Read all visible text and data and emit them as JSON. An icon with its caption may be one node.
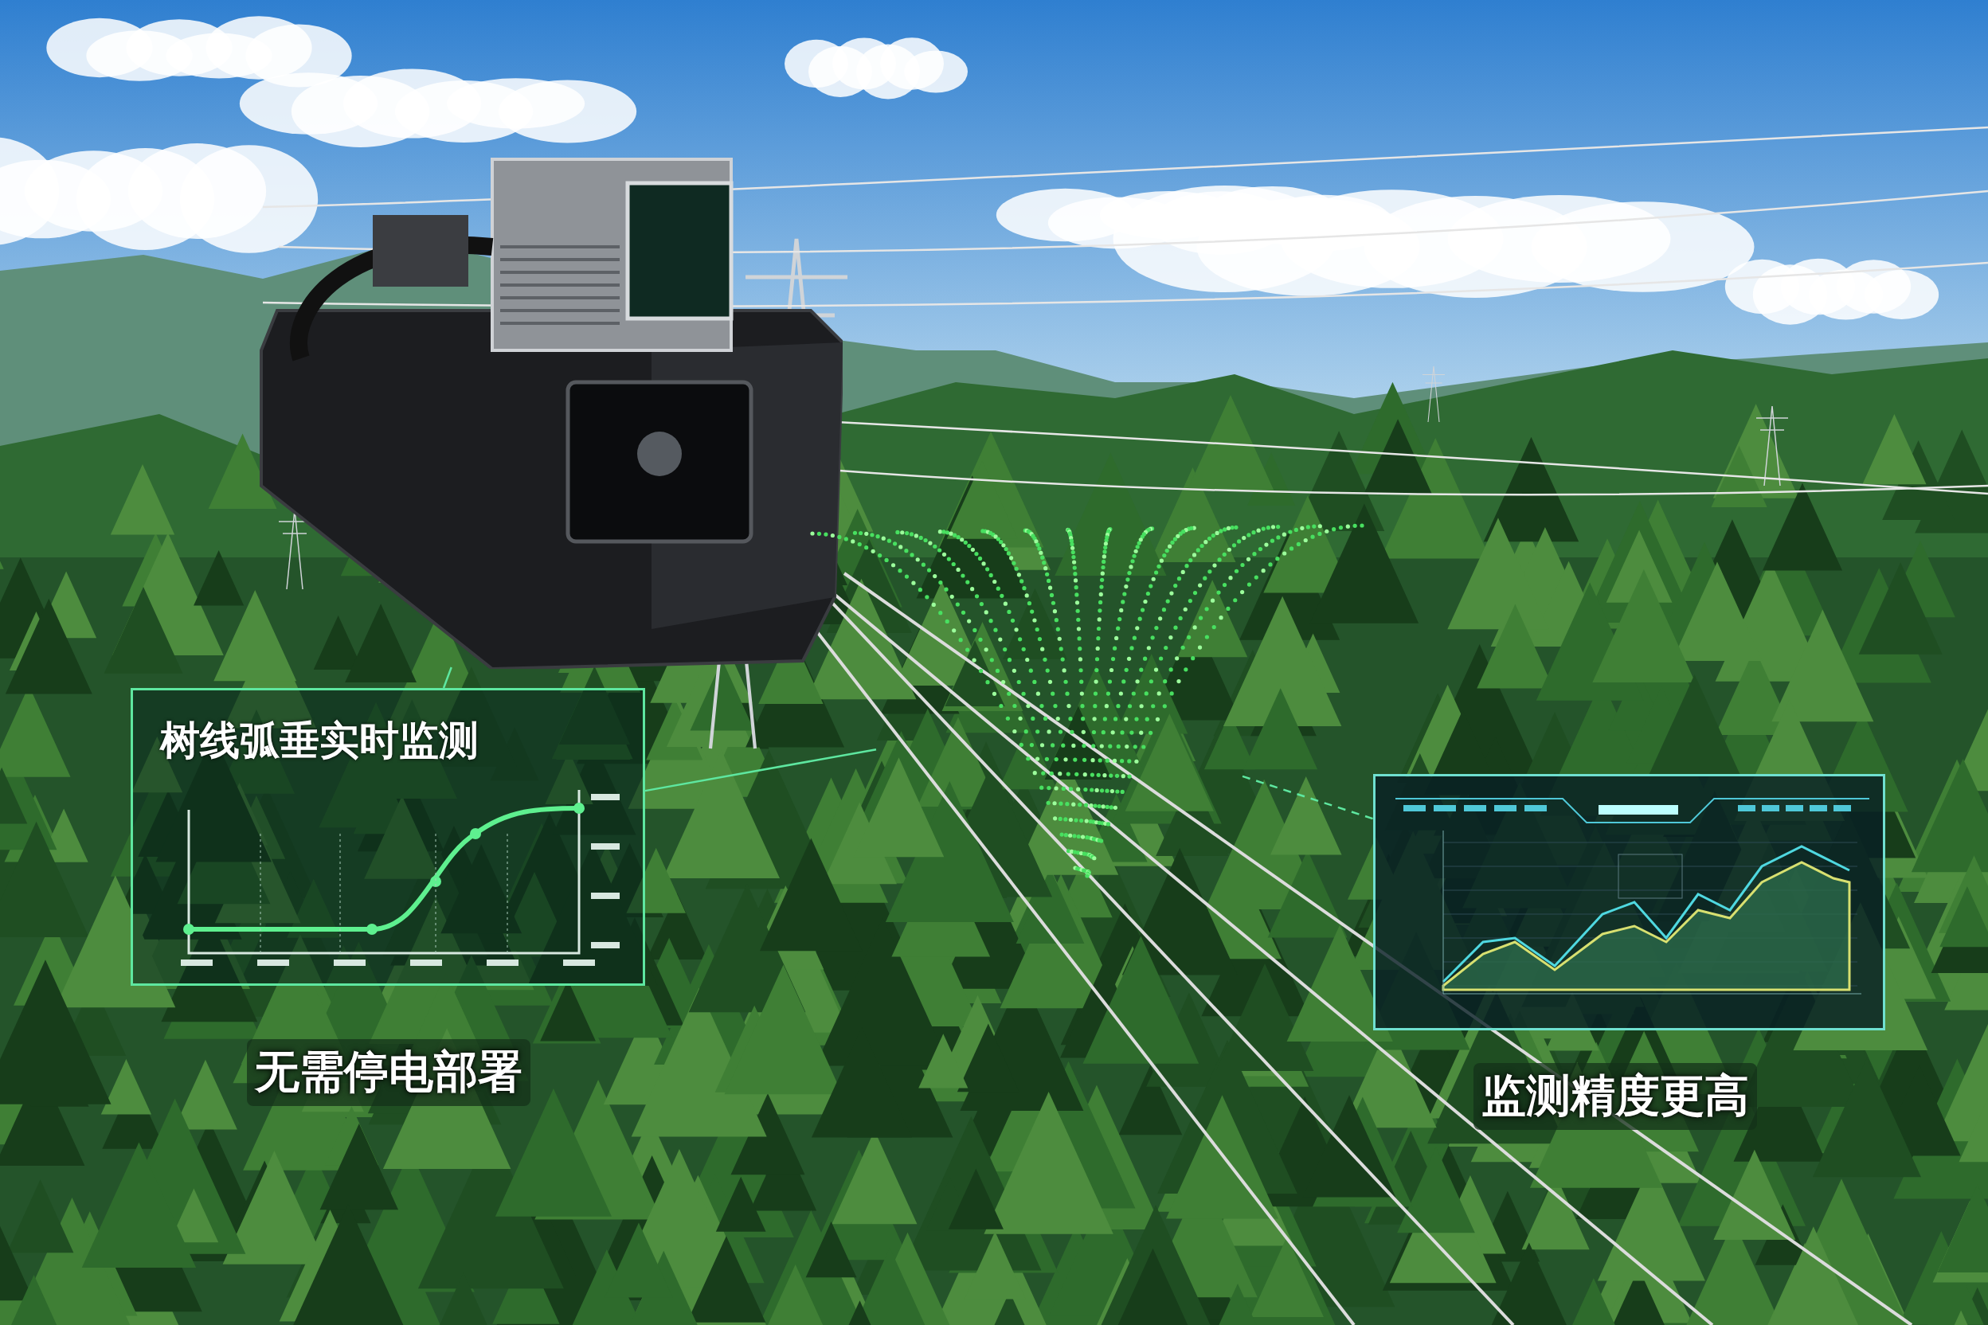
{
  "diagram": {
    "nodes": [
      {
        "text": [],
        "shape": "picture"
      },
      {
        "text": [
          "树线弧垂实时监测"
        ]
      },
      {
        "text": [],
        "shape": "picture"
      },
      {
        "text": [],
        "shape": "picture"
      }
    ],
    "edges": [
      {
        "from": 0,
        "to": 1,
        "arrow": "none"
      },
      {
        "from": 1,
        "to": 2,
        "arrow": "none"
      },
      {
        "from": 2,
        "to": 3,
        "arrow": "none",
        "style": "dashed"
      }
    ],
    "labels": [
      "无需停电部署",
      "监测精度更高"
    ]
  }
}
